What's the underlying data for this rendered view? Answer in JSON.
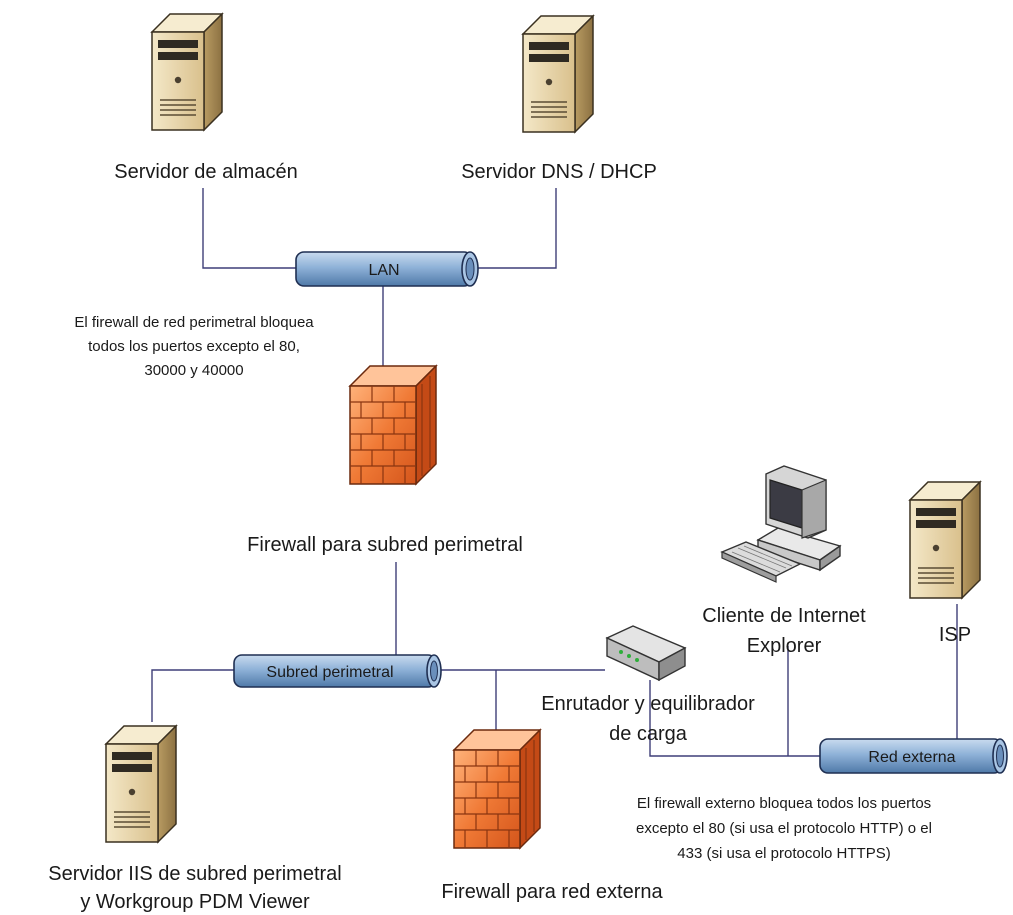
{
  "nodes": {
    "storage_server": {
      "label": "Servidor de almacén",
      "icon": "server-tower-icon"
    },
    "dns_server": {
      "label": "Servidor DNS / DHCP",
      "icon": "server-tower-icon"
    },
    "perimeter_firewall": {
      "label": "Firewall para subred perimetral",
      "icon": "brick-firewall-icon"
    },
    "external_firewall": {
      "label": "Firewall para red externa",
      "icon": "brick-firewall-icon"
    },
    "iis_server": {
      "label_line1": "Servidor IIS de subred perimetral",
      "label_line2": "y Workgroup PDM Viewer",
      "icon": "server-tower-icon"
    },
    "ie_client": {
      "label_line1": "Cliente de Internet",
      "label_line2": "Explorer",
      "icon": "desktop-computer-icon"
    },
    "isp_server": {
      "label": "ISP",
      "icon": "server-tower-icon"
    },
    "router": {
      "label_line1": "Enrutador y equilibrador",
      "label_line2": "de carga",
      "icon": "router-icon"
    }
  },
  "networks": {
    "lan": {
      "label": "LAN"
    },
    "perimeter_subnet": {
      "label": "Subred perimetral"
    },
    "external_network": {
      "label": "Red externa"
    }
  },
  "notes": {
    "perimeter_firewall_note": {
      "line1": "El firewall de red perimetral bloquea",
      "line2": "todos los puertos excepto el 80,",
      "line3": "30000 y 40000"
    },
    "external_firewall_note": {
      "line1": "El firewall externo bloquea todos los puertos",
      "line2": "excepto el 80 (si usa el protocolo HTTP) o el",
      "line3": "433 (si usa el protocolo HTTPS)"
    }
  },
  "colors": {
    "wire": "#3e3e78",
    "pipe": "#8fb2d8",
    "firewall": "#e8692b",
    "server_body": "#e6d3a8"
  }
}
